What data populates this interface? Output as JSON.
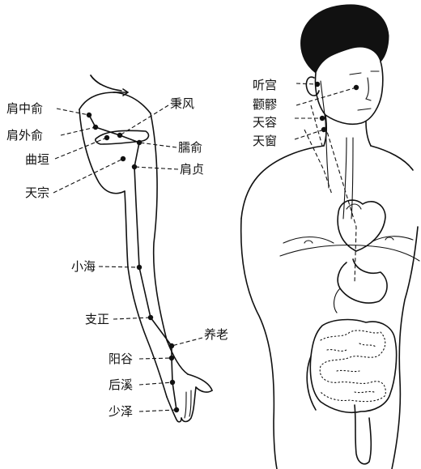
{
  "left_figure": {
    "points": [
      {
        "id": "jian-zhong-shu",
        "label": "肩中俞"
      },
      {
        "id": "jian-wai-shu",
        "label": "肩外俞"
      },
      {
        "id": "qu-yuan",
        "label": "曲垣"
      },
      {
        "id": "tian-zong",
        "label": "天宗"
      },
      {
        "id": "bing-feng",
        "label": "秉风"
      },
      {
        "id": "nao-shu",
        "label": "臑俞"
      },
      {
        "id": "jian-zhen",
        "label": "肩贞"
      },
      {
        "id": "xiao-hai",
        "label": "小海"
      },
      {
        "id": "zhi-zheng",
        "label": "支正"
      },
      {
        "id": "yang-lao",
        "label": "养老"
      },
      {
        "id": "yang-gu",
        "label": "阳谷"
      },
      {
        "id": "hou-xi",
        "label": "后溪"
      },
      {
        "id": "shao-ze",
        "label": "少泽"
      }
    ]
  },
  "right_figure": {
    "points": [
      {
        "id": "ting-gong",
        "label": "听宫"
      },
      {
        "id": "quan-liao",
        "label": "颧髎"
      },
      {
        "id": "tian-rong",
        "label": "天容"
      },
      {
        "id": "tian-chuang",
        "label": "天窗"
      }
    ]
  }
}
